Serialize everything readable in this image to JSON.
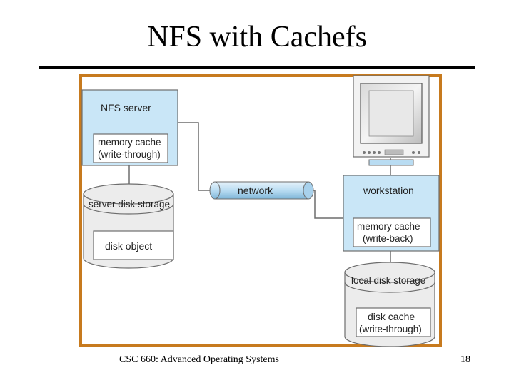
{
  "slide": {
    "title": "NFS with Cachefs",
    "footer": "CSC 660: Advanced Operating Systems",
    "page_number": "18"
  },
  "diagram": {
    "nfs_server": "NFS server",
    "server_cache_line1": "memory cache",
    "server_cache_line2": "(write-through)",
    "server_disk": "server disk storage",
    "disk_object": "disk object",
    "network": "network",
    "workstation": "workstation",
    "ws_cache_line1": "memory cache",
    "ws_cache_line2": "(write-back)",
    "local_disk": "local disk storage",
    "disk_cache_line1": "disk cache",
    "disk_cache_line2": "(write-through)"
  },
  "colors": {
    "frame": "#c77a1e",
    "box_fill": "#c9e6f7",
    "box_stroke": "#6d6d6d",
    "cylinder_fill": "#ececec",
    "pipe_fill": "#b9dcf2"
  }
}
